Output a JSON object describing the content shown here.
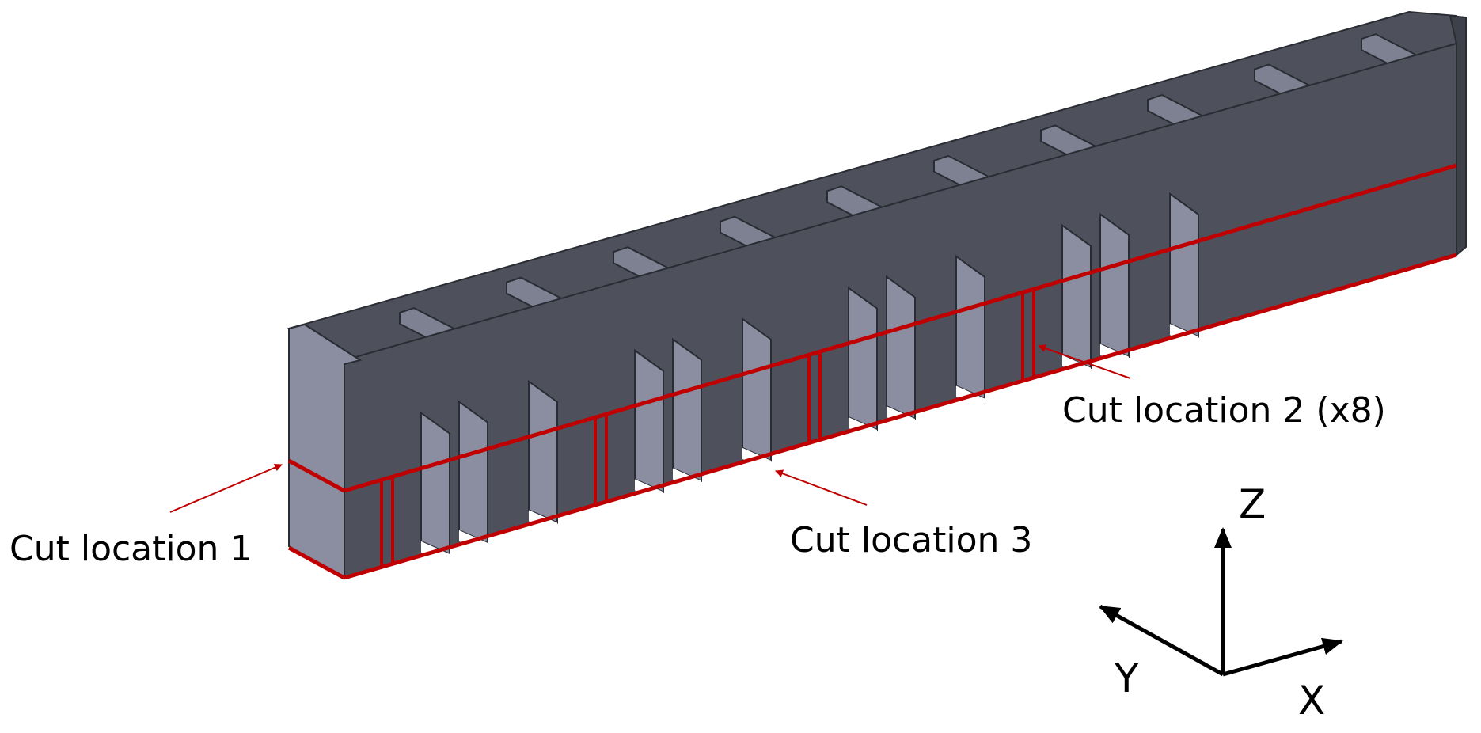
{
  "labels": {
    "cut1": "Cut location 1",
    "cut2": "Cut location 2 (x8)",
    "cut3": "Cut location 3"
  },
  "axes": {
    "z": "Z",
    "y": "Y",
    "x": "X"
  },
  "colors": {
    "body_dark": "#4e515c",
    "face_light": "#8a8ea0",
    "tab_top": "#7d8192",
    "cut_red": "#c00000",
    "edge": "#2a2c33",
    "axis": "#000000"
  }
}
